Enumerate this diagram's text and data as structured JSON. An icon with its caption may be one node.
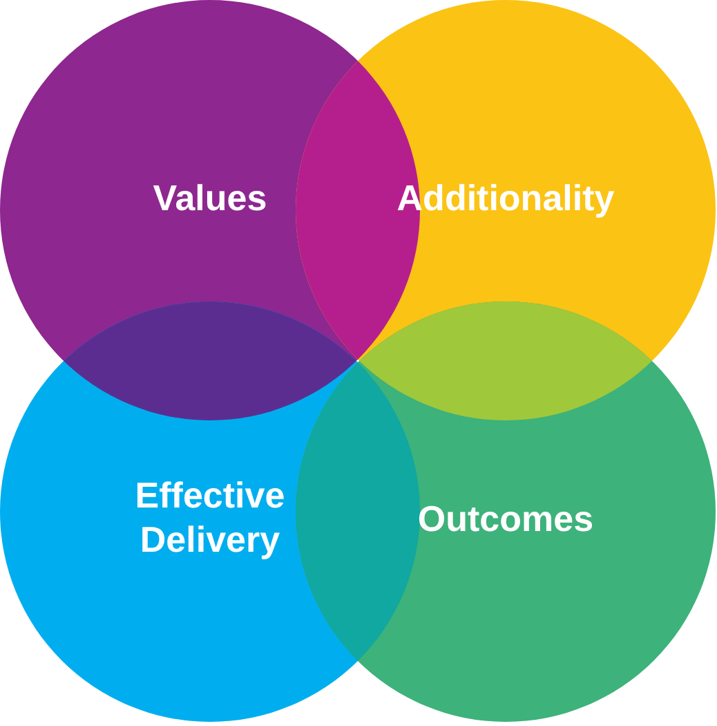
{
  "diagram": {
    "nodes": [
      {
        "text": [
          "Values"
        ]
      },
      {
        "text": [
          "Additionality"
        ]
      },
      {
        "text": [
          "Effective Delivery"
        ]
      },
      {
        "text": [
          "Outcomes"
        ]
      }
    ]
  }
}
